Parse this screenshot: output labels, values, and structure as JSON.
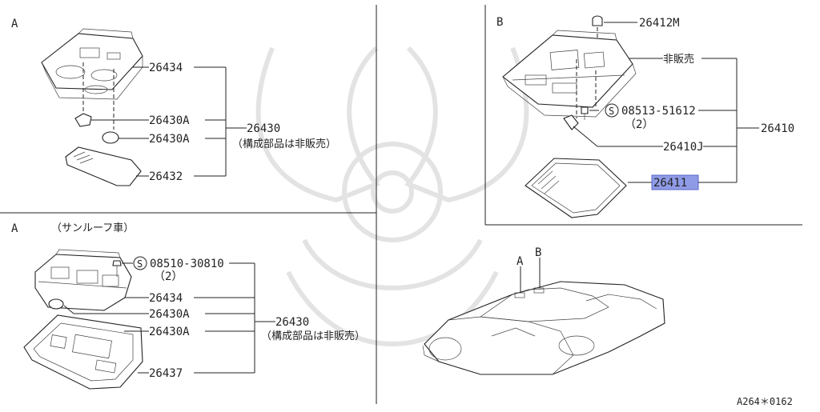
{
  "panels": {
    "a_top": {
      "section_label": "A",
      "parts": {
        "p26434": "26434",
        "p26430A_1": "26430A",
        "p26430A_2": "26430A",
        "p26432": "26432"
      },
      "assembly": {
        "number": "26430",
        "note": "（構成部品は非販売）"
      }
    },
    "a_bottom": {
      "section_label": "A",
      "subtitle": "（サンルーフ車）",
      "parts": {
        "screw_symbol": "S",
        "screw": "08510-30810",
        "screw_qty": "（2）",
        "p26434": "26434",
        "p26430A_1": "26430A",
        "p26430A_2": "26430A",
        "p26437": "26437"
      },
      "assembly": {
        "number": "26430",
        "note": "（構成部品は非販売）"
      }
    },
    "b": {
      "section_label": "B",
      "parts": {
        "p26412M": "26412M",
        "not_sold": "非販売",
        "screw_symbol": "S",
        "screw": "08513-51612",
        "screw_qty": "（2）",
        "p26410J": "26410J",
        "p26411": "26411"
      },
      "assembly": {
        "number": "26410"
      },
      "highlight_color": "#8f9be6"
    },
    "car": {
      "label_a": "A",
      "label_b": "B"
    }
  },
  "diagram_code": "A264＊0162"
}
